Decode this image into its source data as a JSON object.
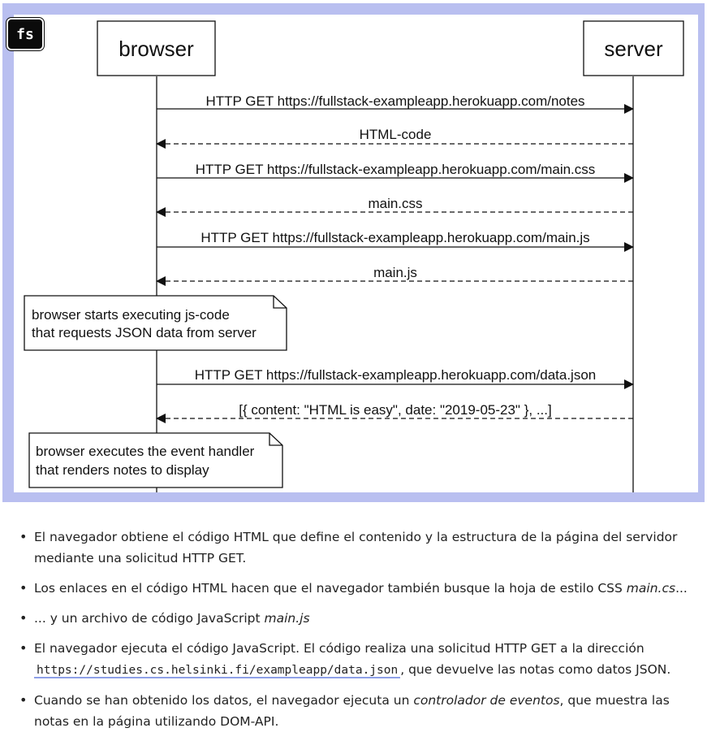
{
  "logo": {
    "text": "fs"
  },
  "diagram": {
    "participants": {
      "left": "browser",
      "right": "server"
    },
    "messages": [
      {
        "text": "HTTP GET https://fullstack-exampleapp.herokuapp.com/notes",
        "dir": "request"
      },
      {
        "text": "HTML-code",
        "dir": "response"
      },
      {
        "text": "HTTP GET https://fullstack-exampleapp.herokuapp.com/main.css",
        "dir": "request"
      },
      {
        "text": "main.css",
        "dir": "response"
      },
      {
        "text": "HTTP GET https://fullstack-exampleapp.herokuapp.com/main.js",
        "dir": "request"
      },
      {
        "text": "main.js",
        "dir": "response"
      },
      {
        "text": "HTTP GET https://fullstack-exampleapp.herokuapp.com/data.json",
        "dir": "request"
      },
      {
        "text": "[{ content: \"HTML is easy\", date: \"2019-05-23\" }, ...]",
        "dir": "response"
      }
    ],
    "notes": [
      {
        "line1": "browser starts executing js-code",
        "line2": "that requests JSON data from server"
      },
      {
        "line1": "browser executes the event handler",
        "line2": "that renders notes to display"
      }
    ]
  },
  "bullets": {
    "b1": "El navegador obtiene el código HTML que define el contenido y la estructura de la página del servidor mediante una solicitud HTTP GET.",
    "b2_pre": "Los enlaces en el código HTML hacen que el navegador también busque la hoja de estilo CSS ",
    "b2_em": "main.cs",
    "b2_post": "...",
    "b3_pre": "... y un archivo de código JavaScript ",
    "b3_em": "main.js",
    "b4_pre": "El navegador ejecuta el código JavaScript. El código realiza una solicitud HTTP GET a la dirección ",
    "b4_link": "https://studies.cs.helsinki.fi/exampleapp/data.json",
    "b4_post": ", que devuelve las notas como datos JSON.",
    "b5_pre": "Cuando se han obtenido los datos, el navegador ejecuta un ",
    "b5_em": "controlador de eventos",
    "b5_post": ", que muestra las notas en la página utilizando DOM-API."
  }
}
